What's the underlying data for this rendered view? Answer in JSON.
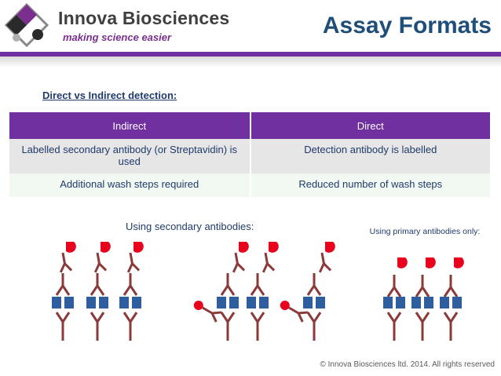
{
  "header": {
    "brand_name": "Innova Biosciences",
    "tagline": "making science easier",
    "title": "Assay Formats"
  },
  "section_label": "Direct vs Indirect detection:",
  "table": {
    "columns": [
      "Indirect",
      "Direct"
    ],
    "rows": [
      [
        "Labelled secondary antibody (or Streptavidin) is used",
        "Detection antibody is labelled"
      ],
      [
        "Additional wash steps required",
        "Reduced number of wash steps"
      ]
    ]
  },
  "captions": {
    "secondary": "Using secondary antibodies:",
    "primary": "Using primary antibodies only:"
  },
  "footer": "© Innova Biosciences ltd. 2014. All rights reserved",
  "colors": {
    "accent": "#7030a0",
    "title": "#1f4e79",
    "antibody": "#8b3a3a",
    "antigen": "#2f5e9e",
    "label": "#e8001c"
  }
}
